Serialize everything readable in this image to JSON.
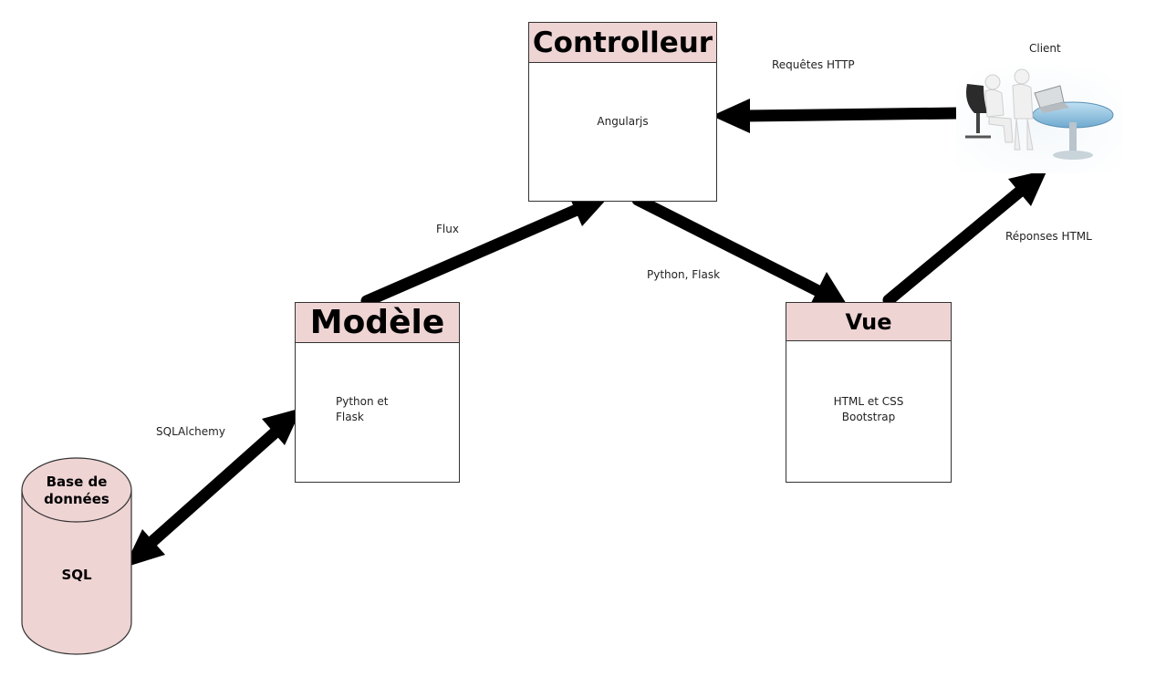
{
  "controller": {
    "title": "Controlleur",
    "body": "Angularjs"
  },
  "model": {
    "title": "Modèle",
    "body_line1": "Python et",
    "body_line2": "Flask"
  },
  "view": {
    "title": "Vue",
    "body_line1": "HTML et CSS",
    "body_line2": "Bootstrap"
  },
  "database": {
    "title": "Base de données",
    "body": "SQL"
  },
  "client": {
    "label": "Client"
  },
  "edges": {
    "http_requests": "Requêtes HTTP",
    "flux": "Flux",
    "python_flask": "Python, Flask",
    "html_responses": "Réponses HTML",
    "sqlalchemy": "SQLAlchemy"
  },
  "colors": {
    "header_fill": "#efd4d4",
    "arrow": "#000000",
    "border": "#333333"
  }
}
